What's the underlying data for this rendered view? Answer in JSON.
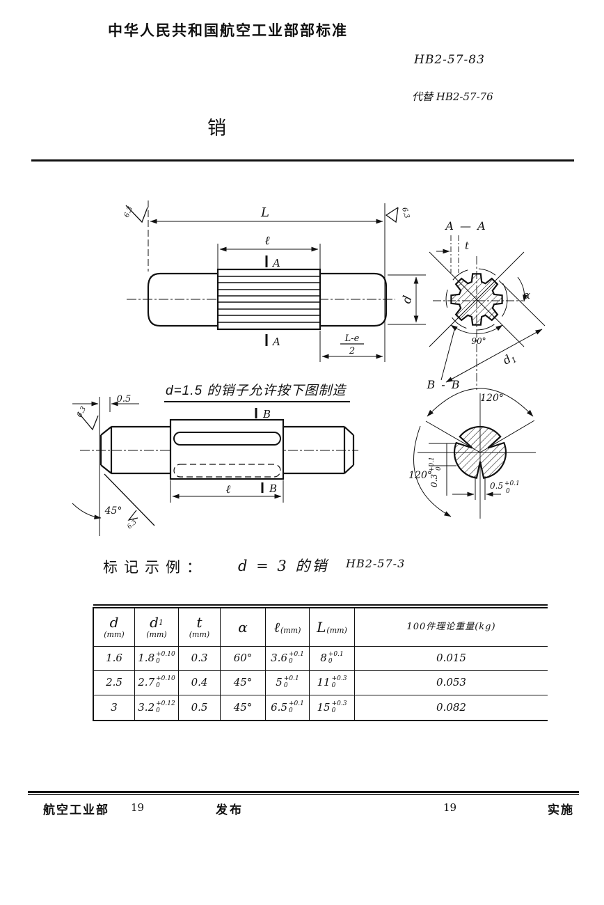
{
  "page": {
    "org_title": "中华人民共和国航空工业部部标准",
    "std_no": "HB2-57-83",
    "replaces": "代替 HB2-57-76",
    "doc_title": "销"
  },
  "note_under_drawing": "d=1.5 的销子允许按下图制造",
  "marking": {
    "label": "标记示例：",
    "example": "d = 3 的销",
    "code": "HB2-57-3"
  },
  "labels": {
    "L": "L",
    "l": "ℓ",
    "d": "d",
    "A": "A",
    "B": "B",
    "le_top": "L-e",
    "le_bot": "2",
    "r63": "6.3",
    "aa_title": "A — A",
    "t": "t",
    "deg90": "90°",
    "alpha": "α",
    "d1_sym": "d",
    "d1_sub": "1",
    "half": "0.5",
    "deg45": "45°",
    "bb_title": "B - B",
    "deg120": "120°",
    "tol03": {
      "base": "0.3",
      "up": "+0.1",
      "dn": "0"
    },
    "tol05": {
      "base": "0.5",
      "up": "+0.1",
      "dn": "0"
    }
  },
  "table": {
    "cols": [
      {
        "sym": "d",
        "sub": "",
        "unit": "(mm)"
      },
      {
        "sym": "d",
        "sub": "1",
        "unit": "(mm)"
      },
      {
        "sym": "t",
        "sub": "",
        "unit": "(mm)"
      },
      {
        "sym": "α",
        "sub": "",
        "unit": ""
      },
      {
        "sym": "ℓ",
        "sub": "",
        "unit": "(mm)"
      },
      {
        "sym": "L",
        "sub": "",
        "unit": "(mm)"
      },
      {
        "sym": "100件理论重量(kg)",
        "sub": "",
        "unit": ""
      }
    ],
    "rows": [
      {
        "d": "1.6",
        "d1": {
          "v": "1.8",
          "up": "+0.10",
          "dn": "0"
        },
        "t": "0.3",
        "alpha": "60°",
        "l": {
          "v": "3.6",
          "up": "+0.1",
          "dn": "0"
        },
        "L": {
          "v": "8",
          "up": "+0.1",
          "dn": "0"
        },
        "w": "0.015"
      },
      {
        "d": "2.5",
        "d1": {
          "v": "2.7",
          "up": "+0.10",
          "dn": "0"
        },
        "t": "0.4",
        "alpha": "45°",
        "l": {
          "v": "5",
          "up": "+0.1",
          "dn": "0"
        },
        "L": {
          "v": "11",
          "up": "+0.3",
          "dn": "0"
        },
        "w": "0.053"
      },
      {
        "d": "3",
        "d1": {
          "v": "3.2",
          "up": "+0.12",
          "dn": "0"
        },
        "t": "0.5",
        "alpha": "45°",
        "l": {
          "v": "6.5",
          "up": "+0.1",
          "dn": "0"
        },
        "L": {
          "v": "15",
          "up": "+0.3",
          "dn": "0"
        },
        "w": "0.082"
      }
    ]
  },
  "footer": {
    "issuer": "航空工业部",
    "year_left": "19",
    "publish": "发布",
    "year_right": "19",
    "implement": "实施"
  }
}
